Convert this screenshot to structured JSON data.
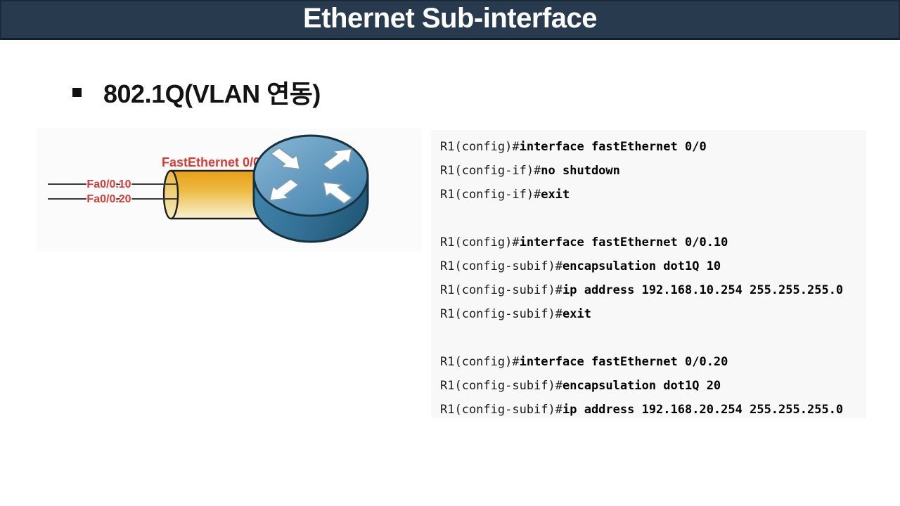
{
  "slide": {
    "title": "Ethernet Sub-interface",
    "bullet": "802.1Q(VLAN 연동)"
  },
  "diagram": {
    "interface_label": "FastEthernet 0/0",
    "subif_labels": [
      "Fa0/0.10",
      "Fa0/0.20"
    ]
  },
  "terminal": {
    "lines": [
      {
        "prompt": "R1(config)#",
        "command": "interface fastEthernet 0/0"
      },
      {
        "prompt": "R1(config-if)#",
        "command": "no shutdown"
      },
      {
        "prompt": "R1(config-if)#",
        "command": "exit"
      },
      {
        "prompt": "",
        "command": ""
      },
      {
        "prompt": "R1(config)#",
        "command": "interface fastEthernet 0/0.10"
      },
      {
        "prompt": "R1(config-subif)#",
        "command": "encapsulation dot1Q 10"
      },
      {
        "prompt": "R1(config-subif)#",
        "command": "ip address 192.168.10.254 255.255.255.0"
      },
      {
        "prompt": "R1(config-subif)#",
        "command": "exit"
      },
      {
        "prompt": "",
        "command": ""
      },
      {
        "prompt": "R1(config)#",
        "command": "interface fastEthernet 0/0.20"
      },
      {
        "prompt": "R1(config-subif)#",
        "command": "encapsulation dot1Q 20"
      },
      {
        "prompt": "R1(config-subif)#",
        "command": "ip address 192.168.20.254 255.255.255.0"
      }
    ]
  },
  "colors": {
    "header_bg": "#273a4e",
    "header_border": "#101e2a",
    "title_text": "#ffffff",
    "label_red": "#d43c38",
    "tube_gold": "#e8a01a",
    "router_blue_top": "#5e9cc2",
    "router_blue_side": "#2e6a8e",
    "diagram_panel_bg": "#fbfbfb",
    "terminal_bg": "#f8f8f8",
    "terminal_text": "#1b1b1b"
  }
}
